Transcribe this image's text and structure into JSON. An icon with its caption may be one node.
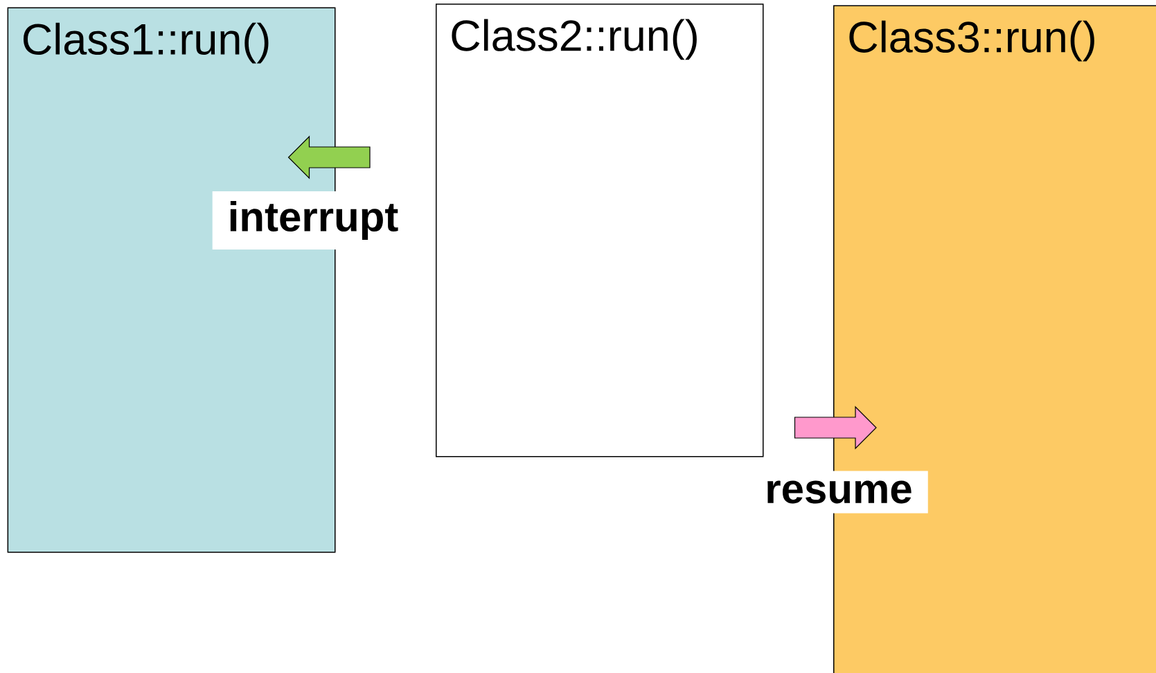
{
  "diagram": {
    "nodes": [
      {
        "text": [
          "Class1::run()"
        ]
      },
      {
        "text": [
          "Class2::run()"
        ]
      },
      {
        "text": [
          "Class3::run()"
        ]
      }
    ],
    "edges": [
      {
        "from": 1,
        "to": 0,
        "arrow": "to",
        "label": "interrupt",
        "color": "#92d050"
      },
      {
        "from": 1,
        "to": 2,
        "arrow": "to",
        "label": "resume",
        "color": "#ff99cc"
      }
    ]
  }
}
